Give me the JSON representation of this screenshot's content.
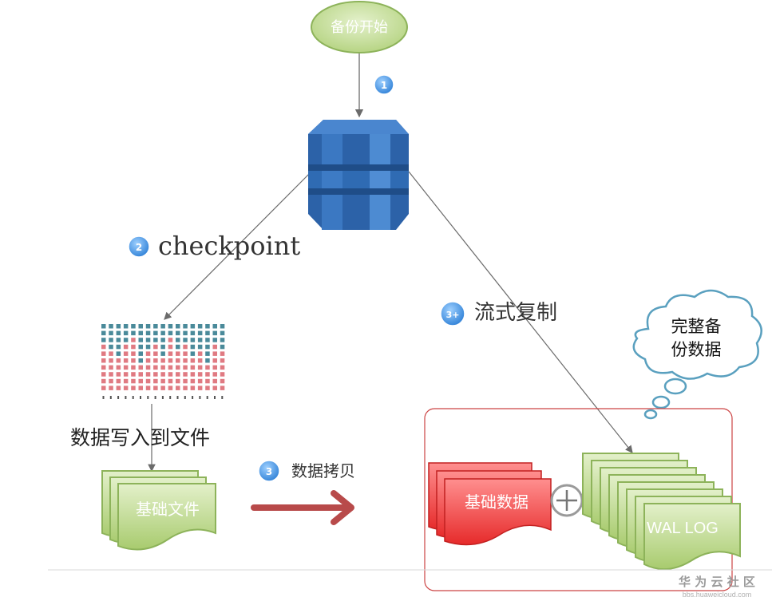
{
  "start_node": {
    "label": "备份开始"
  },
  "steps": {
    "step1": {
      "badge": "1"
    },
    "step2": {
      "badge": "2",
      "label": "checkpoint"
    },
    "step3_stream": {
      "badge": "3+",
      "label": "流式复制"
    },
    "step3_copy": {
      "badge": "3",
      "label": "数据拷贝"
    }
  },
  "write_to_file_label": "数据写入到文件",
  "base_file_label": "基础文件",
  "base_data_label": "基础数据",
  "wal_log_label": "WAL LOG",
  "thought_cloud": {
    "line1": "完整备",
    "line2": "份数据"
  },
  "watermark": {
    "title": "华 为 云 社 区",
    "url": "bbs.huaweicloud.com"
  },
  "colors": {
    "green_fill": "#c2dc94",
    "green_stroke": "#8db35a",
    "blue_db": "#2f6db5",
    "badge_blue": "#3c8fe0",
    "red_fill": "#f04646",
    "arrow_red": "#b84a4a",
    "cloud_stroke": "#5aa0bf",
    "frame_red": "#cc4444",
    "grid_teal": "#4a8a9a",
    "grid_pink": "#e07a82"
  }
}
